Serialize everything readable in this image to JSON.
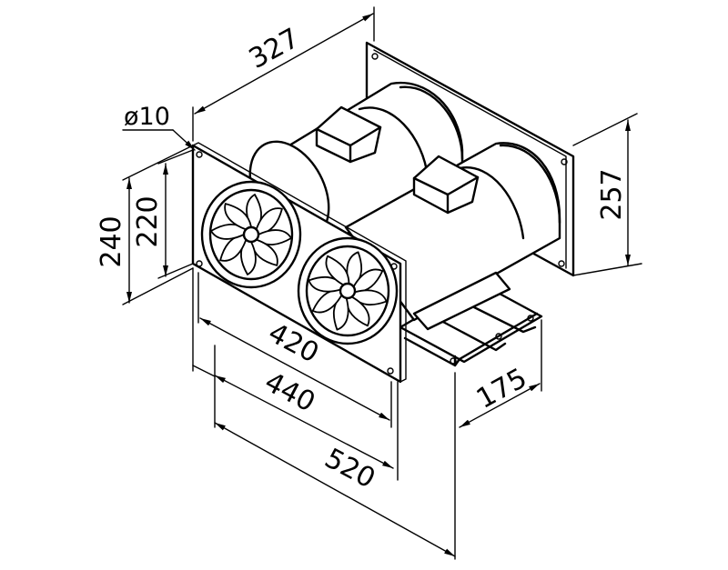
{
  "dimensions": {
    "top_depth": "327",
    "hole_diameter": "ø10",
    "height_outer": "240",
    "height_inner": "220",
    "height_total": "257",
    "width_inner": "420",
    "width_outer": "440",
    "width_total": "520",
    "depth_base": "175"
  },
  "colors": {
    "line": "#000000",
    "background": "#ffffff"
  }
}
